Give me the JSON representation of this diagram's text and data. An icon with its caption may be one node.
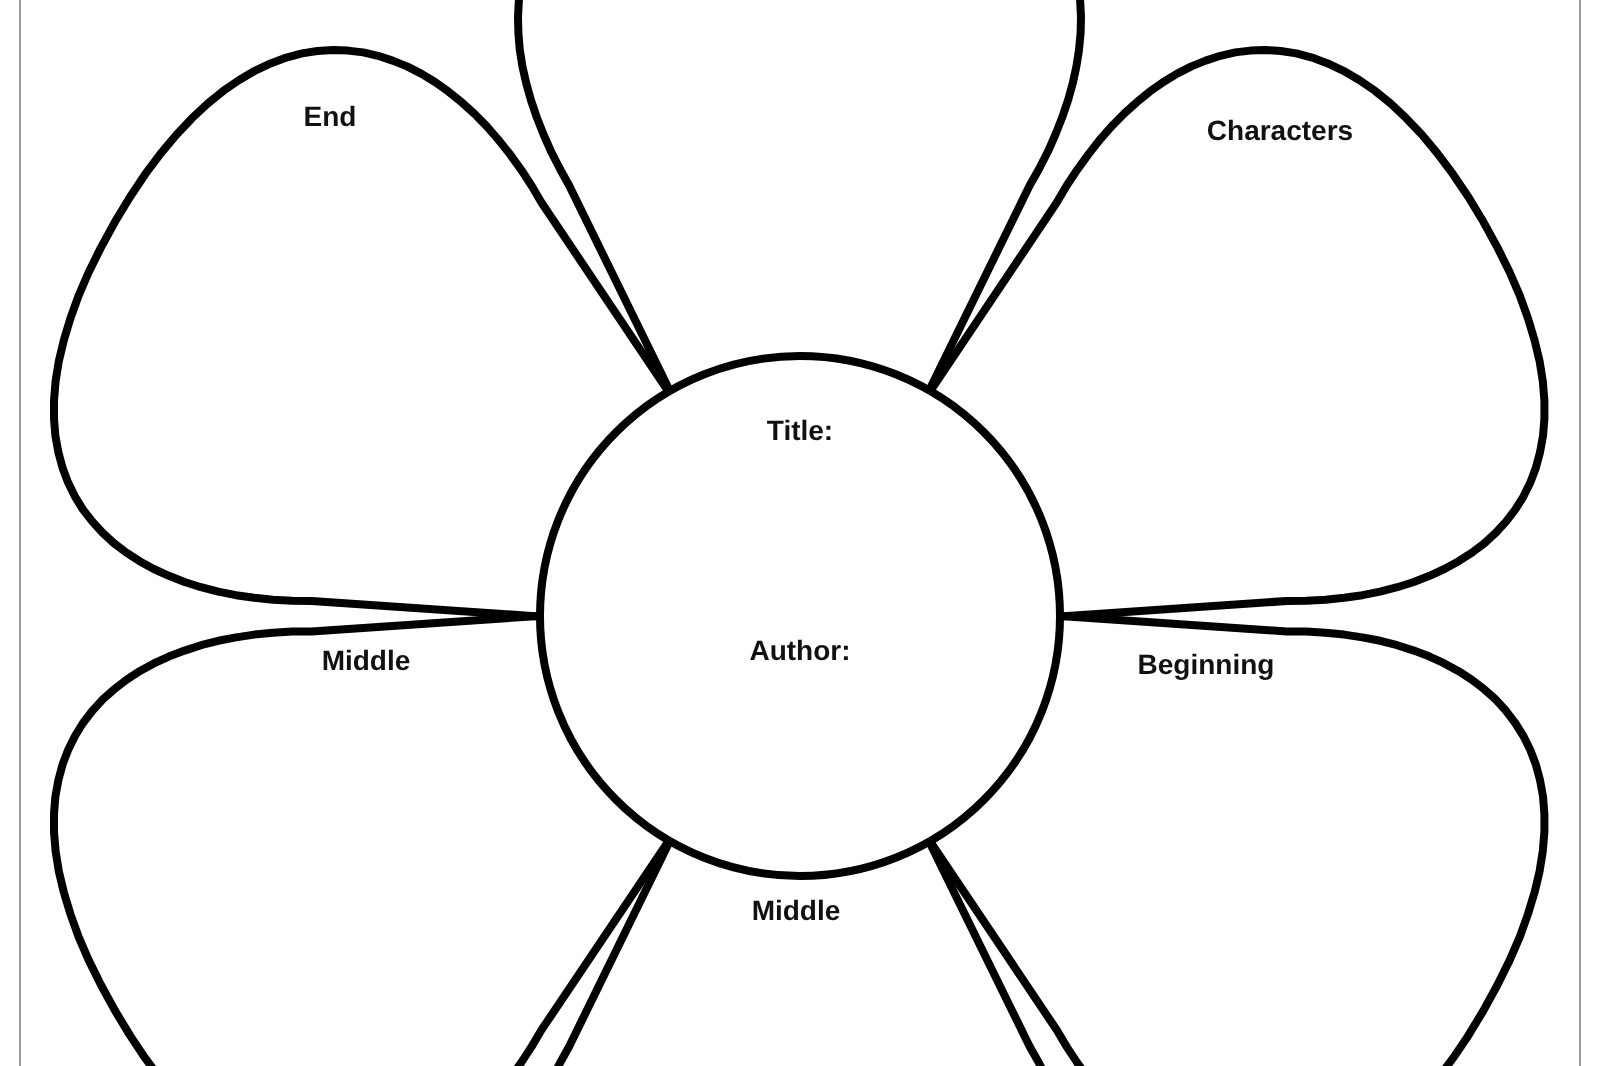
{
  "diagram": {
    "nodes": [
      {
        "text": [],
        "shape": "petal"
      },
      {
        "text": [
          "End"
        ]
      },
      {
        "text": [
          "Characters"
        ]
      },
      {
        "text": [
          "Title:",
          "Author:"
        ]
      },
      {
        "text": [
          "Middle"
        ]
      },
      {
        "text": [
          "Beginning"
        ]
      },
      {
        "text": [
          "Middle"
        ]
      }
    ],
    "edges": []
  }
}
